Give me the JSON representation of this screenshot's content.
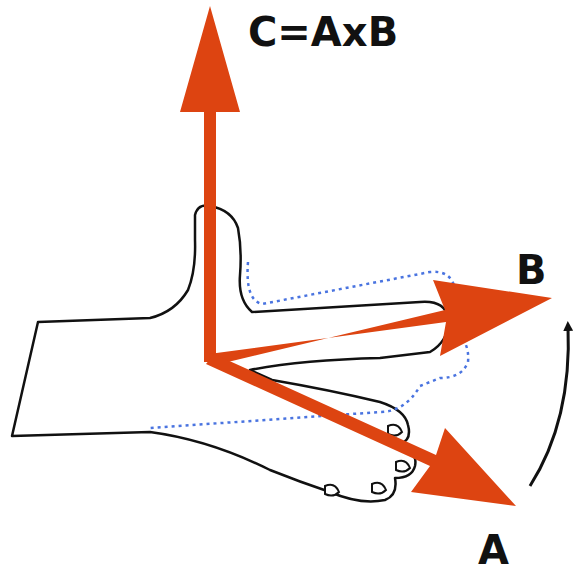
{
  "diagram": {
    "labels": [
      "C=AxB",
      "B",
      "A"
    ]
  }
}
